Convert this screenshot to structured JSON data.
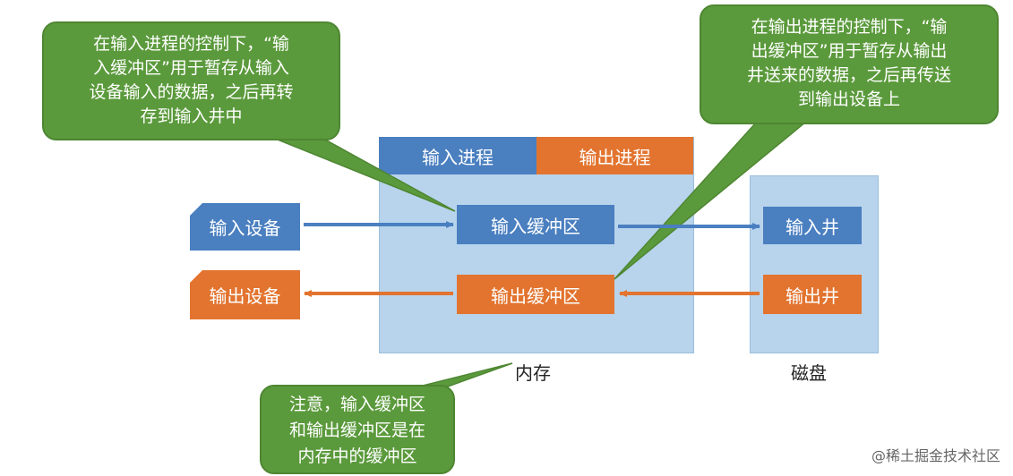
{
  "memory": {
    "caption": "内存",
    "tabs": {
      "input_process": "输入进程",
      "output_process": "输出进程"
    },
    "input_buffer": "输入缓冲区",
    "output_buffer": "输出缓冲区"
  },
  "disk": {
    "caption": "磁盘",
    "input_well": "输入井",
    "output_well": "输出井"
  },
  "devices": {
    "input_device": "输入设备",
    "output_device": "输出设备"
  },
  "callouts": {
    "input_note": [
      "在输入进程的控制下，“输",
      "入缓冲区”用于暂存从输入",
      "设备输入的数据，之后再转",
      "存到输入井中"
    ],
    "output_note": [
      "在输出进程的控制下，“输",
      "出缓冲区”用于暂存从输出",
      "井送来的数据，之后再传送",
      "到输出设备上"
    ],
    "memory_note": [
      "注意，输入缓冲区",
      "和输出缓冲区是在",
      "内存中的缓冲区"
    ]
  },
  "colors": {
    "input": "#4a7fc0",
    "output": "#e2742f",
    "area": "#b8d4ec",
    "callout": "#5b9a3c"
  },
  "watermark": "@稀土掘金技术社区"
}
